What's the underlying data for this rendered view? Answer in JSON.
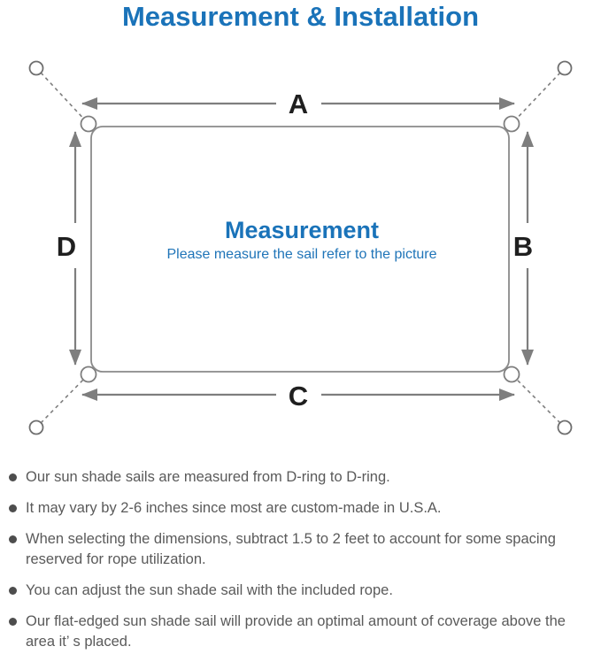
{
  "title": "Measurement & Installation",
  "diagram": {
    "center_title": "Measurement",
    "center_subtitle": "Please measure the sail refer to the picture",
    "dimension_labels": {
      "top": "A",
      "right": "B",
      "bottom": "C",
      "left": "D"
    }
  },
  "bullets": [
    "Our sun shade sails are measured from D-ring to D-ring.",
    "It may vary by 2-6 inches since most are custom-made in U.S.A.",
    "When selecting the dimensions, subtract 1.5 to 2 feet to account for some spacing reserved for rope utilization.",
    "You can adjust the sun shade sail with the included rope.",
    "Our flat-edged sun shade sail will provide an optimal amount of coverage above the area it’ s placed."
  ],
  "colors": {
    "accent_blue": "#1a73b9",
    "line_gray": "#7e7e7e",
    "label_black": "#1f1f1f",
    "body_text_gray": "#5a5a5a"
  }
}
